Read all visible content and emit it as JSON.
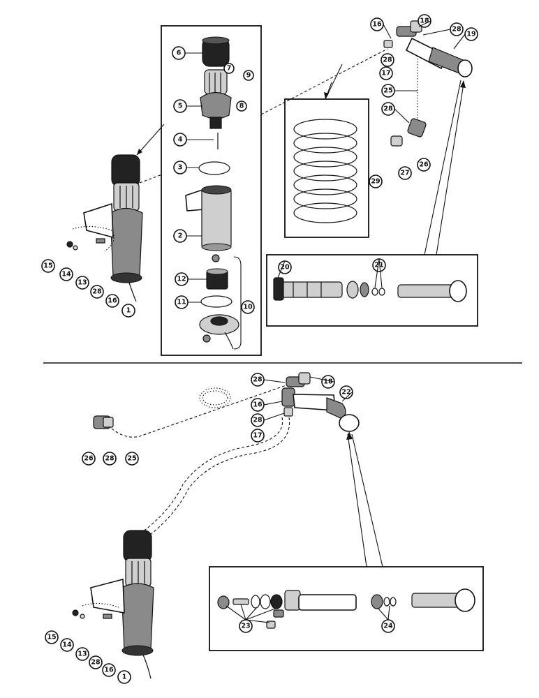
{
  "callouts": {
    "top": [
      {
        "id": "t6",
        "label": "6"
      },
      {
        "id": "t7",
        "label": "7"
      },
      {
        "id": "t9",
        "label": "9"
      },
      {
        "id": "t8",
        "label": "8"
      },
      {
        "id": "t5",
        "label": "5"
      },
      {
        "id": "t4",
        "label": "4"
      },
      {
        "id": "t3",
        "label": "3"
      },
      {
        "id": "t2",
        "label": "2"
      },
      {
        "id": "t12",
        "label": "12"
      },
      {
        "id": "t11",
        "label": "11"
      },
      {
        "id": "t10",
        "label": "10"
      },
      {
        "id": "t15",
        "label": "15"
      },
      {
        "id": "t14",
        "label": "14"
      },
      {
        "id": "t13",
        "label": "13"
      },
      {
        "id": "t28a",
        "label": "28"
      },
      {
        "id": "t16a",
        "label": "16"
      },
      {
        "id": "t1",
        "label": "1"
      },
      {
        "id": "t16b",
        "label": "16"
      },
      {
        "id": "t18",
        "label": "18"
      },
      {
        "id": "t28b",
        "label": "28"
      },
      {
        "id": "t19",
        "label": "19"
      },
      {
        "id": "t28c",
        "label": "28"
      },
      {
        "id": "t17",
        "label": "17"
      },
      {
        "id": "t25",
        "label": "25"
      },
      {
        "id": "t28d",
        "label": "28"
      },
      {
        "id": "t27",
        "label": "27"
      },
      {
        "id": "t26",
        "label": "26"
      },
      {
        "id": "t29",
        "label": "29"
      },
      {
        "id": "t20",
        "label": "20"
      },
      {
        "id": "t21",
        "label": "21"
      }
    ],
    "bottom": [
      {
        "id": "b28a",
        "label": "28"
      },
      {
        "id": "b18",
        "label": "18"
      },
      {
        "id": "b22",
        "label": "22"
      },
      {
        "id": "b16",
        "label": "16"
      },
      {
        "id": "b28b",
        "label": "28"
      },
      {
        "id": "b17",
        "label": "17"
      },
      {
        "id": "b26",
        "label": "26"
      },
      {
        "id": "b28c",
        "label": "28"
      },
      {
        "id": "b25",
        "label": "25"
      },
      {
        "id": "b23",
        "label": "23"
      },
      {
        "id": "b24",
        "label": "24"
      },
      {
        "id": "b15",
        "label": "15"
      },
      {
        "id": "b14",
        "label": "14"
      },
      {
        "id": "b13",
        "label": "13"
      },
      {
        "id": "b28d",
        "label": "28"
      },
      {
        "id": "b16b",
        "label": "16"
      },
      {
        "id": "b1",
        "label": "1"
      }
    ]
  }
}
